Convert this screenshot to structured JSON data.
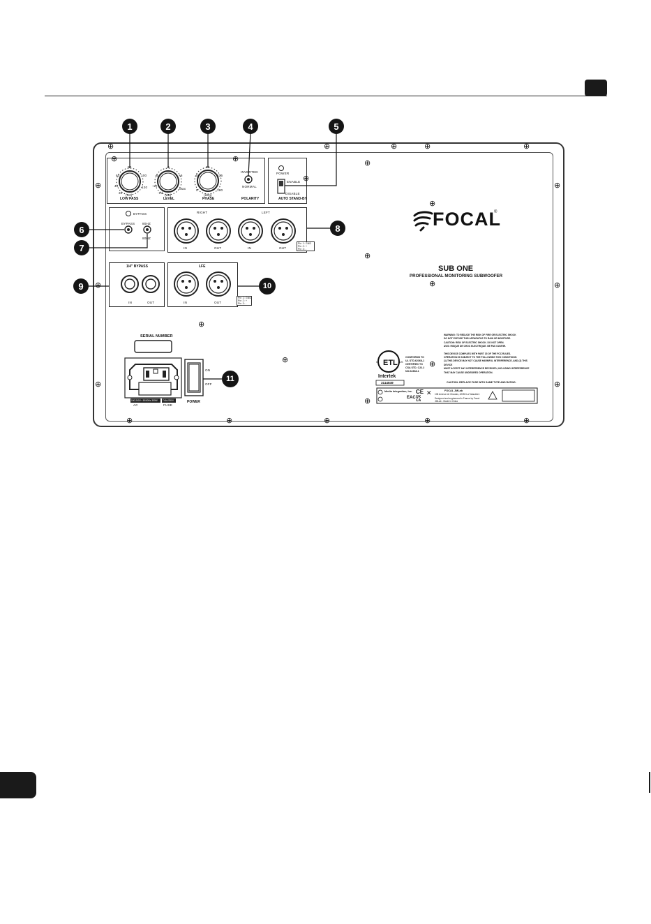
{
  "callouts": [
    "1",
    "2",
    "3",
    "4",
    "5",
    "6",
    "7",
    "8",
    "9",
    "10",
    "11"
  ],
  "knobs": {
    "lowpass": {
      "label": "LOW PASS",
      "center": "(Hz)",
      "marks": [
        "60",
        "80",
        "100",
        "40",
        "120",
        "30"
      ]
    },
    "level": {
      "label": "LEVEL",
      "center": "(dB)",
      "marks": [
        "0",
        "+6",
        "-6",
        "-12",
        "-Inf",
        "Max"
      ]
    },
    "phase": {
      "label": "PHASE",
      "center": "(deg)",
      "marks": [
        "90",
        "45",
        "135",
        "0",
        "180"
      ]
    }
  },
  "polarity": {
    "label": "POLARITY",
    "inverted": "INVERTED",
    "normal": "NORMAL"
  },
  "standby": {
    "power": "POWER",
    "enable": "ENABLE",
    "disable": "DISABLE",
    "title": "AUTO STAND-BY"
  },
  "bypass": {
    "bypass": "BYPASS",
    "bypass_label": "BYPASS",
    "mode": "80HZ",
    "mode2": "80HZ"
  },
  "xlr_section": {
    "right": "RIGHT",
    "left": "LEFT",
    "in": "IN",
    "out": "OUT",
    "in2": "IN",
    "out2": "OUT",
    "pins": "Pin 1: GND\nPin 2: +\nPin 3: -"
  },
  "jack_section": {
    "title": "1/4\" BYPASS",
    "in": "IN",
    "out": "OUT"
  },
  "lfe_section": {
    "title": "LFE",
    "in": "IN",
    "out": "OUT",
    "pins": "Pin 1: GND\nPin 2: +\nPin 3: -"
  },
  "brand": {
    "logo": "FOCAL",
    "model": "SUB ONE",
    "subtitle": "PROFESSIONAL MONITORING SUBWOOFER"
  },
  "serial": {
    "label": "SERIAL NUMBER"
  },
  "ac": {
    "label": "AC",
    "fuse": "FUSE",
    "spec": "100-240V~ 50/60Hz 350W",
    "fuse_spec": "T4AL/250V"
  },
  "power_switch": {
    "on": "ON",
    "off": "OFF",
    "label": "POWER"
  },
  "cert": {
    "conforms": "CONFORMS TO UL STD.62368-1 CERTIFIED TO CSA STD. C22.2 NO.62368-1",
    "intertek": "Intertek",
    "number": "3114849"
  },
  "warnings": [
    "WARNING: TO REDUCE THE RISK OF FIRE OR ELECTRIC SHOCK",
    "DO NOT EXPOSE THIS APPARATUS TO RAIN OR MOISTURE.",
    "CAUTION: RISK OF ELECTRIC SHOCK. DO NOT OPEN.",
    "AVIS: RISQUE DE CHOC ELECTRIQUE. NE PAS OUVRIR.",
    "",
    "THIS DEVICE COMPLIES WITH PART 15 OF THE FCC RULES.",
    "OPERATION IS SUBJECT TO THE FOLLOWING TWO CONDITIONS:",
    "(1) THIS DEVICE MAY NOT CAUSE HARMFUL INTERFERENCE, AND (2) THIS DEVICE",
    "MUST ACCEPT ANY INTERFERENCE RECEIVED, INCLUDING INTERFERENCE",
    "THAT MAY CAUSE UNDESIRED OPERATION."
  ],
  "caution": "CAUTION: REPLACE FUSE WITH SAME TYPE AND RATING.",
  "maker": {
    "name": "Media Integration, Inc.",
    "focal": "FOCAL JMLab",
    "addr": "108 Avenue de Chaulas, 42353 La Talaudiere",
    "made": "Designed and engineered in France by Focal-JMLab - Made in China",
    "ce": "CE",
    "ukca": "UK CA",
    "eac": "EAC"
  }
}
